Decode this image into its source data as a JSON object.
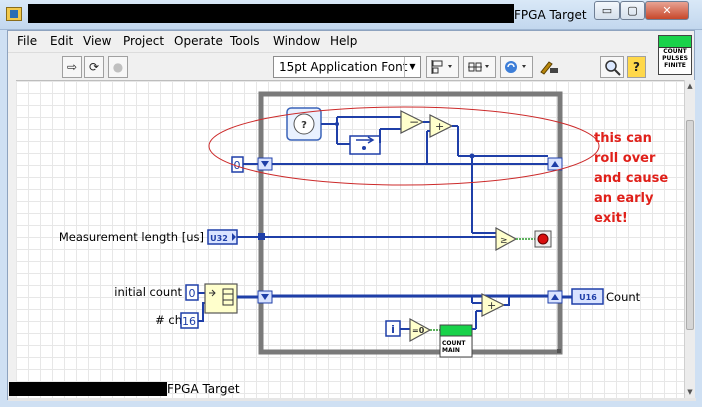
{
  "window": {
    "title_suffix": "FPGA Target",
    "minimize_glyph": "▭",
    "maximize_glyph": "▢",
    "close_glyph": "✕"
  },
  "menu": [
    "File",
    "Edit",
    "View",
    "Project",
    "Operate",
    "Tools",
    "Window",
    "Help"
  ],
  "toolbar": {
    "run_glyph": "⇨",
    "run_continuous_glyph": "⟳",
    "abort_glyph": "●",
    "font": "15pt Application Font",
    "dropdown_glyph": "▼",
    "search_glyph": "🔍",
    "help_glyph": "?"
  },
  "vi_icon": {
    "line1": "COUNT",
    "line2": "PULSES",
    "line3": "FINITE"
  },
  "diagram": {
    "measurement_label": "Measurement length [us]",
    "measurement_type": "U32",
    "initial_count_label": "initial count",
    "initial_count_value": "0",
    "ch_label": "# ch",
    "ch_value": "16",
    "shift_initial_value": "0",
    "count_label": "Count",
    "count_type": "U16",
    "iteration_label": "i",
    "subvi_label_1": "COUNT",
    "subvi_label_2": "MAIN",
    "annotation": [
      "this can",
      "roll over",
      "and cause",
      "an early",
      "exit!"
    ],
    "colors": {
      "wire": "#1f3fa8",
      "loop": "#7a7a7a",
      "annotation": "#e0201a",
      "subvi_header": "#19d24a",
      "stop": "#d90f0f"
    }
  },
  "status": {
    "text": "FPGA Target"
  }
}
